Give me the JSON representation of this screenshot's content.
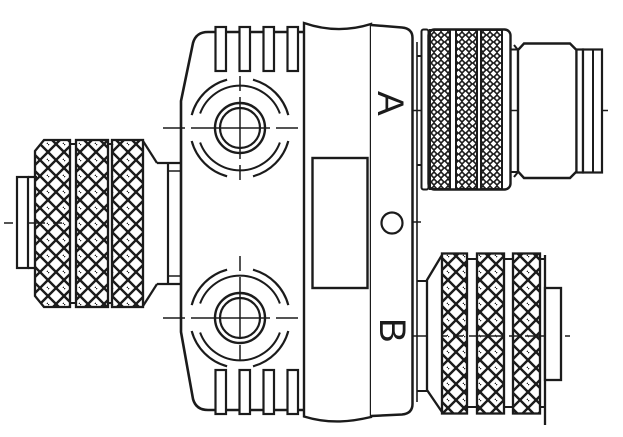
{
  "diagram": {
    "type": "technical-line-drawing",
    "subject": "Y-type coaxial splitter adapter, two-port body with three knurled connectors",
    "labels": {
      "port_a": "A",
      "port_b": "B"
    },
    "colors": {
      "line": "#1b1b1b",
      "background": "#ffffff"
    }
  }
}
